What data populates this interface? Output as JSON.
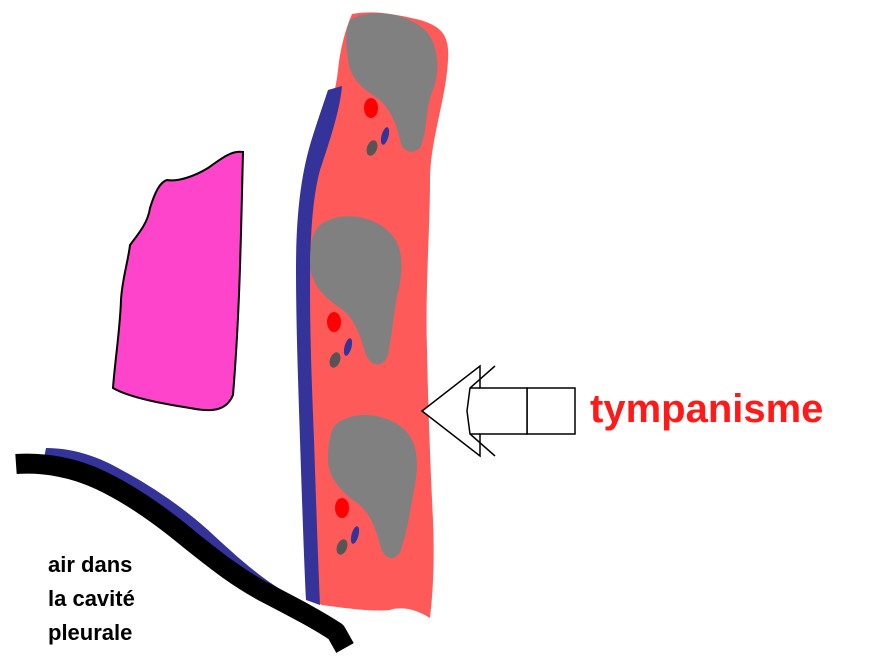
{
  "labels": {
    "tympanisme": "tympanisme",
    "air_line1": "air dans",
    "air_line2": "la cavité",
    "air_line3": "pleurale"
  },
  "colors": {
    "lung_tissue": "#ff5a5a",
    "alveoli": "#808080",
    "pleura": "#333399",
    "chest_wall": "#000000",
    "heart_shape": "#ff44cc",
    "arrow_label": "#ff1a1a",
    "vessel_red": "#ff0000",
    "vessel_blue": "#333399",
    "vessel_dark": "#555555"
  },
  "icons": [
    "percussion-arrow-icon"
  ]
}
